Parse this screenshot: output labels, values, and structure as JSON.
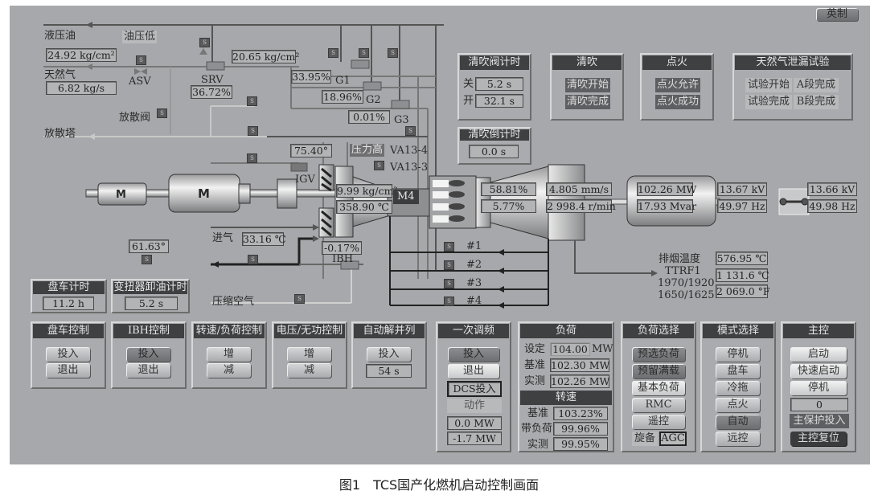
{
  "toolbar": {
    "english_button": "英制"
  },
  "fuel": {
    "hydraulic_oil_label": "液压油",
    "oil_pressure_low_alarm": "油压低",
    "hydraulic_pressure": "24.92 kg/cm²",
    "natural_gas_label": "天然气",
    "gas_flow": "6.82 kg/s",
    "asv_label": "ASV",
    "srv_label": "SRV",
    "srv_position": "36.72%",
    "srv_pressure": "20.65 kg/cm²",
    "vent_valve_label": "放散阀",
    "vent_stack_label": "放散塔",
    "g1_label": "G1",
    "g1_position": "33.95%",
    "g2_label": "G2",
    "g2_position": "18.96%",
    "g3_label": "G3",
    "g3_position": "0.01%",
    "valve_s_label": "S"
  },
  "compressor": {
    "igv_angle": "75.40°",
    "igv_label": "IGV",
    "pressure_high_alarm": "压力高",
    "va13_4_label": "VA13-4",
    "va13_3_label": "VA13-3",
    "discharge_pressure": "9.99 kg/cm²",
    "discharge_temp": "358.90 ℃",
    "m4_label": "M4",
    "inlet_label": "进气",
    "inlet_temp": "33.16 ℃",
    "ibh_position": "-0.17%",
    "ibh_label": "IBH",
    "bleed_angle": "61.63°",
    "compressed_air_label": "压缩空气",
    "motor_label": "M"
  },
  "turbine": {
    "load_percent": "58.81%",
    "value_2": "5.77%",
    "vibration": "4.805 mm/s",
    "speed": "2 998.4 r/min",
    "bleeds": [
      "#1",
      "#2",
      "#3",
      "#4"
    ]
  },
  "generator": {
    "active_power": "102.26 MW",
    "reactive_power": "17.93 Mvar",
    "gen_voltage": "13.67 kV",
    "gen_freq": "49.97 Hz",
    "grid_voltage": "13.66 kV",
    "grid_freq": "49.98 Hz"
  },
  "exhaust": {
    "labels": [
      "排烟温度",
      "TTRF1",
      "1970/1920",
      "1650/1625"
    ],
    "exhaust_temp": "576.95 ℃",
    "ttrf1": "1 131.6 ℃",
    "ttrf1_f": "2 069.0 °F"
  },
  "purge_timer": {
    "title": "清吹阀计时",
    "close_label": "关",
    "close_value": "5.2 s",
    "open_label": "开",
    "open_value": "32.1 s"
  },
  "purge_countdown": {
    "title": "清吹倒计时",
    "value": "0.0 s"
  },
  "purge": {
    "title": "清吹",
    "start": "清吹开始",
    "done": "清吹完成"
  },
  "ignition": {
    "title": "点火",
    "permit": "点火允许",
    "success": "点火成功"
  },
  "leak_test": {
    "title": "天然气泄漏试验",
    "start": "试验开始",
    "a_done": "A段完成",
    "finish": "试验完成",
    "b_done": "B段完成"
  },
  "turning_timer": {
    "title": "盘车计时",
    "value": "11.2 h"
  },
  "torque_timer": {
    "title": "变扭器卸油计时",
    "value": "5.2 s"
  },
  "turning_ctrl": {
    "title": "盘车控制",
    "on": "投入",
    "off": "退出"
  },
  "ibh_ctrl": {
    "title": "IBH控制",
    "on": "投入",
    "off": "退出"
  },
  "speed_ctrl": {
    "title": "转速/负荷控制",
    "inc": "增",
    "dec": "减"
  },
  "volt_ctrl": {
    "title": "电压/无功控制",
    "inc": "增",
    "dec": "减"
  },
  "auto_sep": {
    "title": "自动解并列",
    "on": "投入",
    "value": "54 s"
  },
  "primary_freq": {
    "title": "一次调频",
    "on": "投入",
    "off": "退出",
    "dcs": "DCS投入",
    "action": "动作",
    "v1": "0.0 MW",
    "v2": "-1.7 MW"
  },
  "load": {
    "title": "负荷",
    "set_label": "设定",
    "set_value": "104.00",
    "set_unit": "MW",
    "base_label": "基准",
    "base_value": "102.30 MW",
    "meas_label": "实测",
    "meas_value": "102.26 MW",
    "speed_title": "转速",
    "s_base_label": "基准",
    "s_base_value": "103.23%",
    "s_load_label": "带负荷",
    "s_load_value": "99.96%",
    "s_meas_label": "实测",
    "s_meas_value": "99.95%"
  },
  "load_select": {
    "title": "负荷选择",
    "items": [
      "预选负荷",
      "预留满载",
      "基本负荷",
      "RMC",
      "遥控"
    ],
    "spin_label": "旋备",
    "agc": "AGC"
  },
  "mode_select": {
    "title": "模式选择",
    "items": [
      "停机",
      "盘车",
      "冷拖",
      "点火",
      "自动",
      "远控"
    ]
  },
  "master": {
    "title": "主控",
    "start": "启动",
    "fast_start": "快速启动",
    "stop": "停机",
    "counter": "0",
    "protect": "主保护投入",
    "reset": "主控复位"
  },
  "caption": "图1　TCS国产化燃机启动控制画面"
}
